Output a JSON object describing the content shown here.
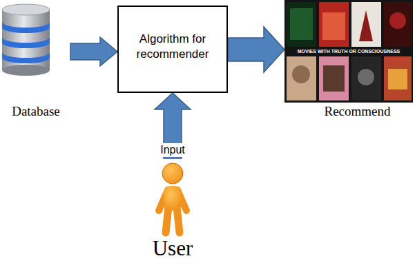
{
  "diagram": {
    "nodes": [
      {
        "text": [
          "Database"
        ]
      },
      {
        "text": [
          "Algorithm for recommender"
        ]
      },
      {
        "text": [
          "Recommend"
        ]
      },
      {
        "text": [
          "User"
        ]
      }
    ],
    "edges": [
      {
        "from": 0,
        "to": 1,
        "arrow": "to"
      },
      {
        "from": 1,
        "to": 2,
        "arrow": "to"
      },
      {
        "from": 3,
        "to": 1,
        "arrow": "to",
        "label": "Input"
      }
    ],
    "labels": [
      "MOVIES WITH TRUTH OR CONSCIOUSNESS"
    ]
  }
}
